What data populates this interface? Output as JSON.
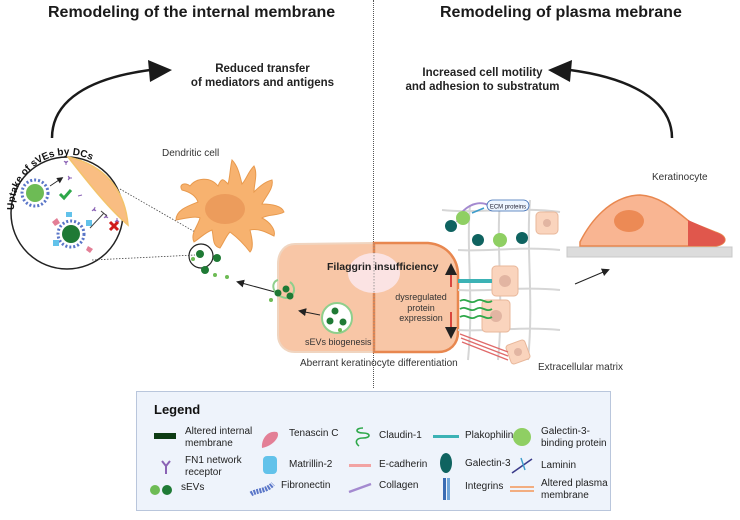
{
  "titles": {
    "left": "Remodeling of the internal membrane",
    "right": "Remodeling of plasma mebrane"
  },
  "outcomes": {
    "left": [
      "Reduced transfer",
      "of mediators and antigens"
    ],
    "right": [
      "Increased cell motility",
      "and adhesion to substratum"
    ]
  },
  "labels": {
    "uptake": "Uptake of sVEs by DCs",
    "dendritic_cell": "Dendritic cell",
    "keratinocyte": "Keratinocyte",
    "filaggrin": "Filaggrin insufficiency",
    "dysregulated": [
      "dysregulated",
      "protein",
      "expression"
    ],
    "sevs_biogenesis": "sEVs biogenesis",
    "aberrant": "Aberrant keratinocyte differentiation",
    "ecm": "Extracellular matrix",
    "ecm_proteins": "ECM proteins"
  },
  "legend": {
    "title": "Legend",
    "items": [
      {
        "icon": "altered-internal-membrane-icon",
        "label": "Altered internal membrane"
      },
      {
        "icon": "fn1-receptor-icon",
        "label": "FN1 network receptor"
      },
      {
        "icon": "sevs-icon",
        "label": "sEVs"
      },
      {
        "icon": "tenascin-c-icon",
        "label": "Tenascin C"
      },
      {
        "icon": "matrillin-2-icon",
        "label": "Matrillin-2"
      },
      {
        "icon": "fibronectin-icon",
        "label": "Fibronectin"
      },
      {
        "icon": "claudin-1-icon",
        "label": "Claudin-1"
      },
      {
        "icon": "e-cadherin-icon",
        "label": "E-cadherin"
      },
      {
        "icon": "collagen-icon",
        "label": "Collagen"
      },
      {
        "icon": "plakophilin-1-icon",
        "label": "Plakophilin-1"
      },
      {
        "icon": "galectin-3-icon",
        "label": "Galectin-3"
      },
      {
        "icon": "integrins-icon",
        "label": "Integrins"
      },
      {
        "icon": "galectin-3-binding-protein-icon",
        "label": "Galectin-3-binding protein"
      },
      {
        "icon": "laminin-icon",
        "label": "Laminin"
      },
      {
        "icon": "altered-plasma-membrane-icon",
        "label": "Altered plasma membrane"
      }
    ]
  },
  "colors": {
    "dc_fill": "#f7b26f",
    "dc_nucleus": "#ec9c5c",
    "keratinocyte_fill": "#f9c7a8",
    "keratinocyte_edge": "#e8874f",
    "sev_dark": "#1f7a35",
    "sev_light": "#6dbb55",
    "legend_bg": "#eef3fb"
  }
}
